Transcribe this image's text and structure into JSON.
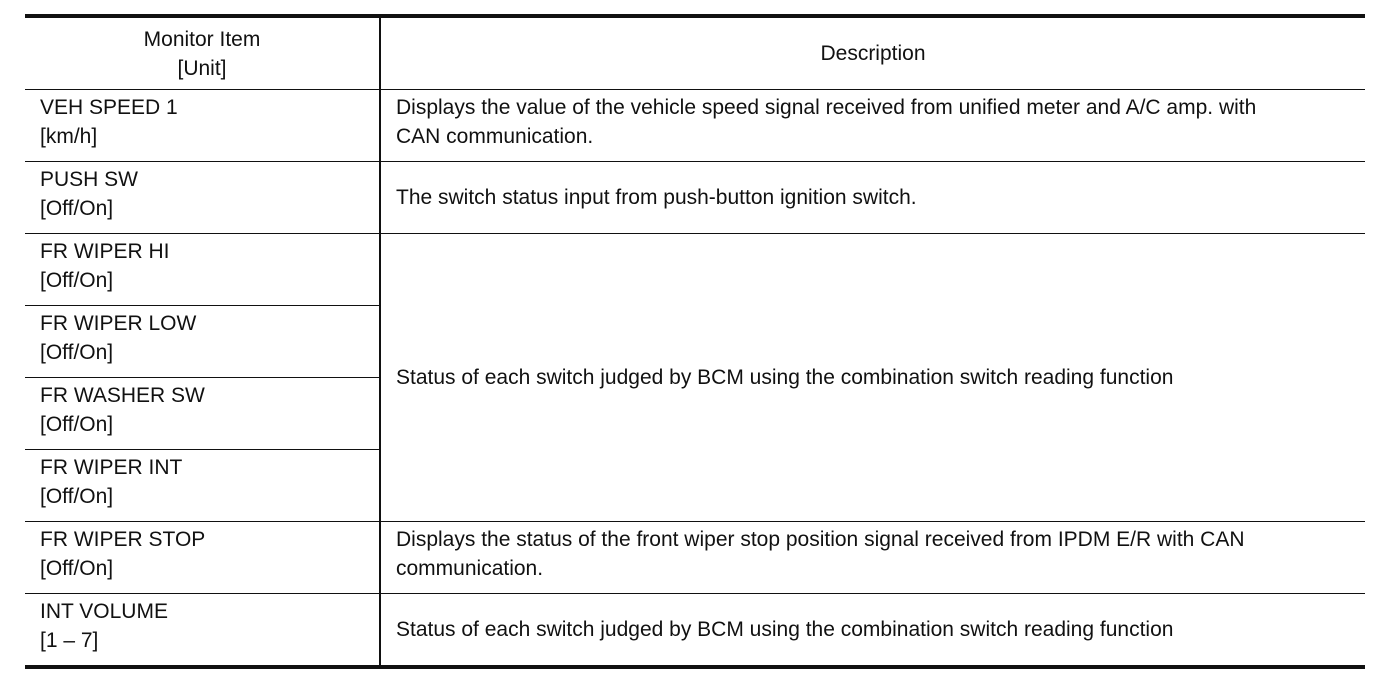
{
  "header": {
    "item_line1": "Monitor Item",
    "item_line2": "[Unit]",
    "description": "Description"
  },
  "rows": [
    {
      "name": "VEH SPEED 1",
      "unit": "[km/h]",
      "desc_line1": "Displays the value of the vehicle speed signal received from unified meter and A/C amp. with",
      "desc_line2": "CAN communication."
    },
    {
      "name": "PUSH SW",
      "unit": "[Off/On]",
      "desc": "The switch status input from push-button ignition switch."
    },
    {
      "name": "FR WIPER HI",
      "unit": "[Off/On]",
      "desc": "Status of each switch judged by BCM using the combination switch reading function"
    },
    {
      "name": "FR WIPER LOW",
      "unit": "[Off/On]"
    },
    {
      "name": "FR WASHER SW",
      "unit": "[Off/On]"
    },
    {
      "name": "FR WIPER INT",
      "unit": "[Off/On]"
    },
    {
      "name": "FR WIPER STOP",
      "unit": "[Off/On]",
      "desc_line1": "Displays the status of the front wiper stop position signal received from IPDM E/R with CAN",
      "desc_line2": "communication."
    },
    {
      "name": "INT VOLUME",
      "unit": "[1 – 7]",
      "desc": "Status of each switch judged by BCM using the combination switch reading function"
    }
  ]
}
